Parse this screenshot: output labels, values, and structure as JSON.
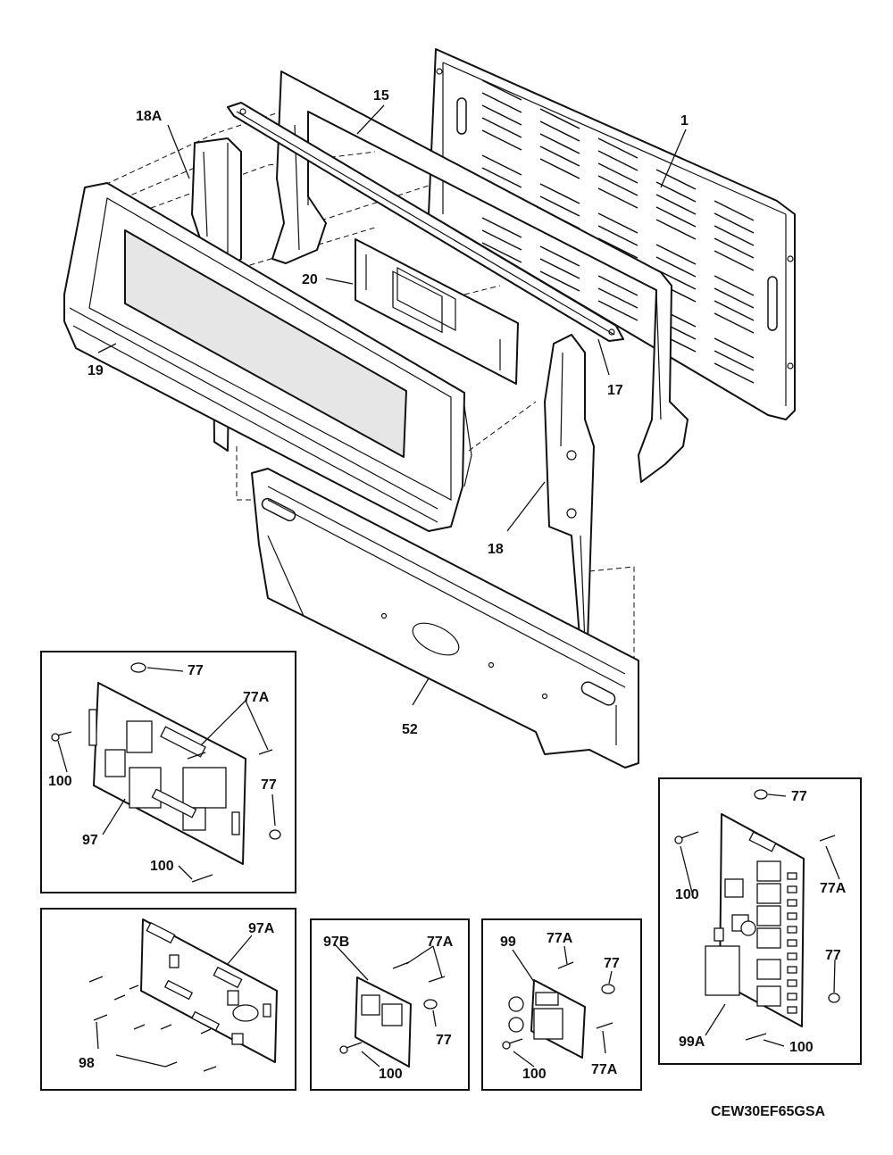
{
  "diagram": {
    "model_code": "CEW30EF65GSA",
    "callouts": {
      "p1": "1",
      "p15": "15",
      "p18A": "18A",
      "p20": "20",
      "p19": "19",
      "p17": "17",
      "p18": "18",
      "p52": "52"
    },
    "inset_97": {
      "a": "77",
      "b": "77A",
      "c": "100",
      "d": "77",
      "e": "97",
      "f": "100"
    },
    "inset_97A": {
      "a": "97A",
      "b": "98"
    },
    "inset_97B": {
      "a": "97B",
      "b": "77A",
      "c": "77",
      "d": "100"
    },
    "inset_99": {
      "a": "99",
      "b": "77A",
      "c": "77",
      "d": "100",
      "e": "77A"
    },
    "inset_99A": {
      "a": "77",
      "b": "100",
      "c": "77A",
      "d": "77",
      "e": "99A",
      "f": "100"
    }
  }
}
